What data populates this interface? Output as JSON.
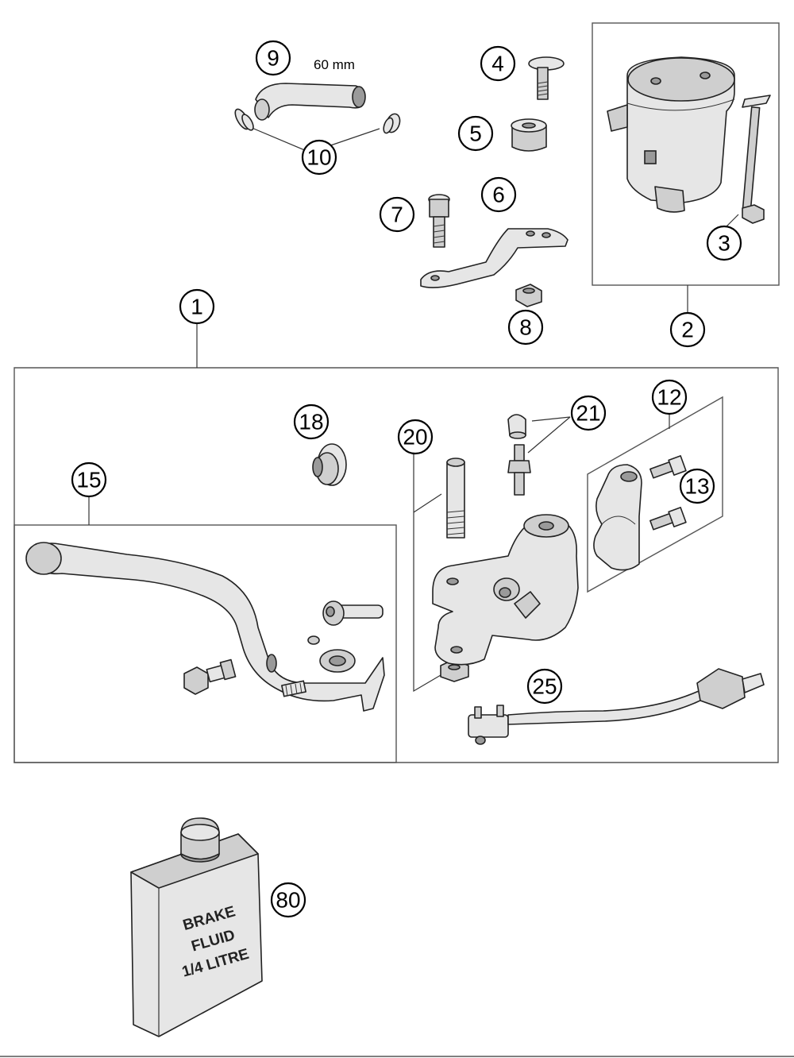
{
  "callouts": [
    {
      "id": "c9",
      "label": "9"
    },
    {
      "id": "c10",
      "label": "10"
    },
    {
      "id": "c4",
      "label": "4"
    },
    {
      "id": "c5",
      "label": "5"
    },
    {
      "id": "c6",
      "label": "6"
    },
    {
      "id": "c7",
      "label": "7"
    },
    {
      "id": "c8",
      "label": "8"
    },
    {
      "id": "c3",
      "label": "3"
    },
    {
      "id": "c2",
      "label": "2"
    },
    {
      "id": "c1",
      "label": "1"
    },
    {
      "id": "c18",
      "label": "18"
    },
    {
      "id": "c15",
      "label": "15"
    },
    {
      "id": "c20",
      "label": "20"
    },
    {
      "id": "c21",
      "label": "21"
    },
    {
      "id": "c12",
      "label": "12"
    },
    {
      "id": "c13",
      "label": "13"
    },
    {
      "id": "c25",
      "label": "25"
    },
    {
      "id": "c80",
      "label": "80"
    }
  ],
  "hose_length_label": "60 mm",
  "brake_fluid_can": {
    "line1": "BRAKE",
    "line2": "FLUID",
    "line3": "1/4 LITRE"
  }
}
